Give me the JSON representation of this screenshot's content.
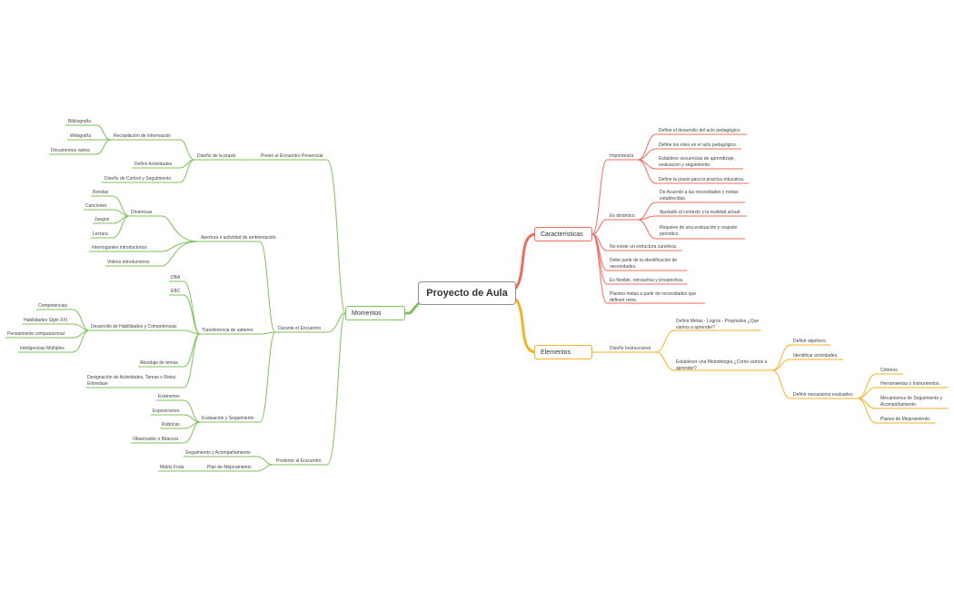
{
  "root": "Proyecto de Aula",
  "colors": {
    "green": "#7cc35a",
    "red": "#ef6b5c",
    "yellow": "#f5b221"
  },
  "momentos": {
    "label": "Momentos",
    "previo": {
      "label": "Previo al Encuentro Presencial",
      "diseno": {
        "label": "Diseño de la praxis",
        "recopilacion": {
          "label": "Recopilación de Información",
          "items": [
            "Bibliografía",
            "Webgrafía",
            "Documentos varios"
          ]
        },
        "definir_actividades": "Definir Actividades",
        "diseno_control": "Diseño de Control y Seguimiento"
      }
    },
    "durante": {
      "label": "Durante el Encuentro",
      "apertura": {
        "label": "Apertura o actividad de ambientación.",
        "dinamicas": {
          "label": "Dinámicas",
          "items": [
            "Rondas",
            "Canciones",
            "Juegos",
            "Lectura"
          ]
        },
        "interrogantes": "Interrogantes introductorios",
        "videos": "Videos introductorios"
      },
      "transferencia": {
        "label": "Transferencia de saberes",
        "dba": "DBA",
        "ebc": "EBC",
        "desarrollo": {
          "label": "Desarrollo de Habilidades y Competencias",
          "items": [
            "Competencias",
            "Habilidades Siglo XXI",
            "Pensamiento computacional",
            "Inteligencias Múltiples"
          ]
        },
        "abordaje": "Abordaje de temas",
        "designacion": "Designación de Actividades, Tareas o Retos Entredase"
      },
      "evaluacion": {
        "label": "Evaluación y Seguimiento",
        "items": [
          "Exámenes",
          "Exposiciones",
          "Rubricas",
          "Observador o Bitacora"
        ]
      }
    },
    "posterior": {
      "label": "Posterior al Encuentro",
      "seguimiento": "Seguimiento y Acompañamiento",
      "plan": "Plan de Mejoramiento",
      "matriz": "Matriz Foda"
    }
  },
  "caracteristicas": {
    "label": "Características",
    "importancia": {
      "label": "Importancia",
      "items": [
        "Define el desarrollo del acto pedagógico.",
        "Define los roles en el acto pedagógico.",
        "Establece secuencias de aprendizaje, evaluación y seguimiento.",
        "Define la praxis para la practica educativa."
      ]
    },
    "dinamico": {
      "label": "Es dinámico:",
      "items": [
        "De Acuerdo a las necesidades y metas establecidas.",
        "Ajustado al contexto y la realidad actual.",
        "Requiere de una evaluación y reajuste periódico."
      ]
    },
    "others": [
      "No existe un estructura canónica.",
      "Debe partir de la identificación de necesidades.",
      "Es flexible, retroactiva y prospectiva.",
      "Plantea metas a partir de necesidades que definen retos."
    ]
  },
  "elementos": {
    "label": "Elementos",
    "diseno_instruccional": {
      "label": "Diseño Instruccional",
      "definir_metas": "Definir Metas - Logros - Propósitos ¿Que vamos a aprender?",
      "establecer": "Establecer una Metodología ¿Como vamos a aprender?",
      "definir_objetivos": "Definir objetivos.",
      "identificar": "Identificar actividades.",
      "mecanismo": {
        "label": "Definir mecanismo evaluativo.",
        "items": [
          "Criterios.",
          "Herramientas o Instrumentos.",
          "Mecanismos de Seguimiento y Acompañamiento.",
          "Planes de Mejoramiento."
        ]
      }
    }
  }
}
